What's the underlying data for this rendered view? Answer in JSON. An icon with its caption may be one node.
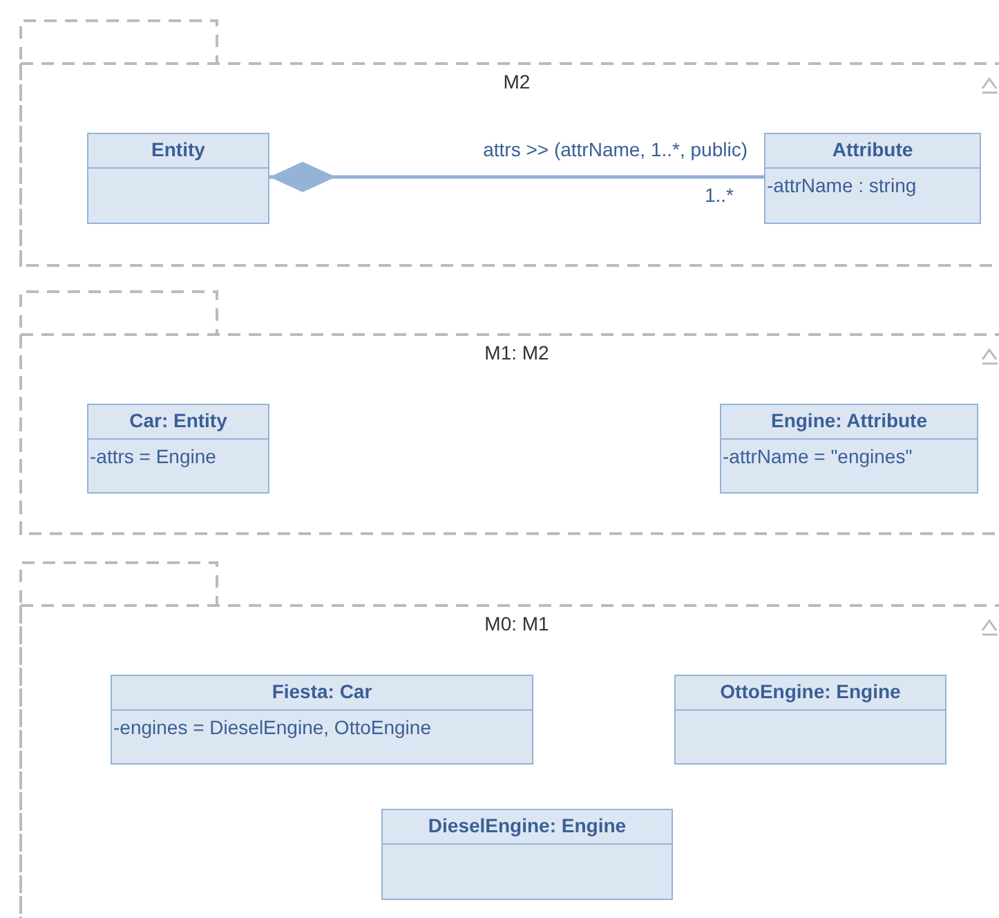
{
  "diagram": {
    "nodes": [
      {
        "text": [
          "M2"
        ]
      },
      {
        "text": [
          "Entity"
        ],
        "in": 0
      },
      {
        "text": [
          "Attribute",
          "-attrName : string"
        ],
        "in": 0
      },
      {
        "text": [
          "M1: M2"
        ]
      },
      {
        "text": [
          "Car: Entity",
          "-attrs = Engine"
        ],
        "in": 3
      },
      {
        "text": [
          "Engine: Attribute",
          "-attrName = \"engines\""
        ],
        "in": 3
      },
      {
        "text": [
          "M0: M1"
        ]
      },
      {
        "text": [
          "Fiesta: Car",
          "-engines = DieselEngine, OttoEngine"
        ],
        "in": 6
      },
      {
        "text": [
          "OttoEngine: Engine"
        ],
        "in": 6
      },
      {
        "text": [
          "DieselEngine: Engine"
        ],
        "in": 6
      }
    ],
    "edges": [
      {
        "from": 1,
        "to": 2,
        "arrow": "other",
        "label": "attrs >> (attrName, 1..*, public)"
      }
    ],
    "labels": [
      "1..*"
    ]
  }
}
